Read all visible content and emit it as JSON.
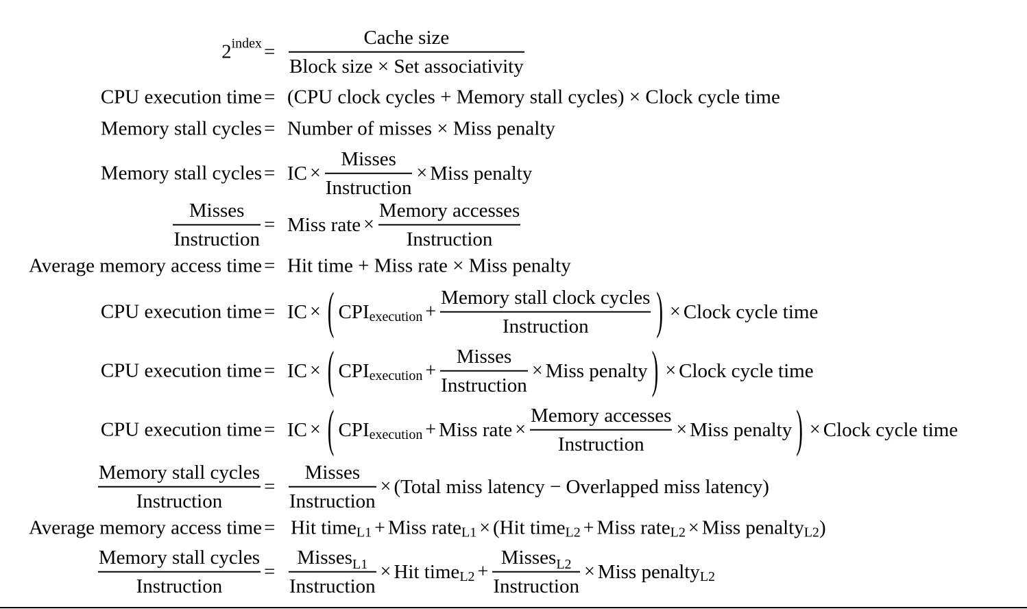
{
  "equals": "=",
  "times": "×",
  "plus": "+",
  "minus": "−",
  "lparen": "(",
  "rparen": ")",
  "equations": {
    "e1": {
      "lhs_base": "2",
      "lhs_sup": "index",
      "num": "Cache size",
      "den": "Block size × Set associativity"
    },
    "e2": {
      "lhs": "CPU execution time",
      "rhs": "(CPU clock cycles + Memory stall cycles) × Clock cycle time"
    },
    "e3": {
      "lhs": "Memory stall cycles",
      "rhs": "Number of misses × Miss penalty"
    },
    "e4": {
      "lhs": "Memory stall cycles",
      "pre": "IC",
      "num": "Misses",
      "den": "Instruction",
      "post": "Miss penalty"
    },
    "e5": {
      "lhs_num": "Misses",
      "lhs_den": "Instruction",
      "pre": "Miss rate",
      "num": "Memory accesses",
      "den": "Instruction"
    },
    "e6": {
      "lhs": "Average memory access time",
      "rhs": "Hit time + Miss rate × Miss penalty"
    },
    "e7": {
      "lhs": "CPU execution time",
      "pre": "IC",
      "cpi": "CPI",
      "cpi_sub": "execution",
      "num": "Memory stall clock cycles",
      "den": "Instruction",
      "post": "Clock cycle time"
    },
    "e8": {
      "lhs": "CPU execution time",
      "pre": "IC",
      "cpi": "CPI",
      "cpi_sub": "execution",
      "num": "Misses",
      "den": "Instruction",
      "mid": "Miss penalty",
      "post": "Clock cycle time"
    },
    "e9": {
      "lhs": "CPU execution time",
      "pre": "IC",
      "cpi": "CPI",
      "cpi_sub": "execution",
      "rate": "Miss rate",
      "num": "Memory accesses",
      "den": "Instruction",
      "mid": "Miss penalty",
      "post": "Clock cycle time"
    },
    "e10": {
      "lhs_num": "Memory stall cycles",
      "lhs_den": "Instruction",
      "num": "Misses",
      "den": "Instruction",
      "rest": "(Total miss latency − Overlapped miss latency)"
    },
    "e11": {
      "lhs": "Average memory access time",
      "hit": "Hit time",
      "sub_l1": "L1",
      "rate": "Miss rate",
      "paren_hit": "(Hit time",
      "sub_l2": "L2",
      "penalty": "Miss penalty",
      "close": ")"
    },
    "e12": {
      "lhs_num": "Memory stall cycles",
      "lhs_den": "Instruction",
      "num1": "Misses",
      "num1_sub": "L1",
      "den1": "Instruction",
      "hit": "Hit time",
      "hit_sub": "L2",
      "num2": "Misses",
      "num2_sub": "L2",
      "den2": "Instruction",
      "penalty": "Miss penalty",
      "penalty_sub": "L2"
    }
  }
}
